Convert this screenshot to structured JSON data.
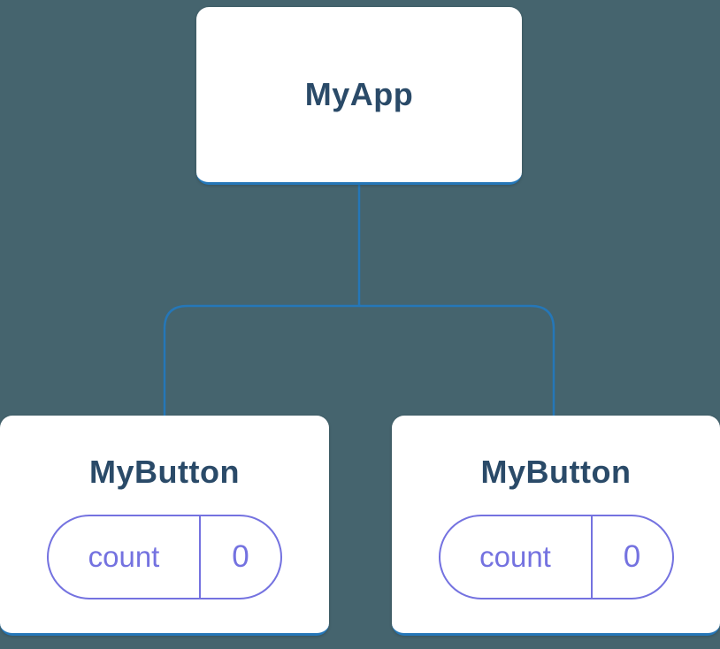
{
  "diagram": {
    "colors": {
      "background": "#45646E",
      "connector": "#2577B8",
      "node_bg": "#FFFFFF",
      "title": "#2A4A68",
      "state": "#7472E0"
    },
    "root": {
      "label": "MyApp"
    },
    "children": [
      {
        "label": "MyButton",
        "state": {
          "key": "count",
          "value": "0"
        }
      },
      {
        "label": "MyButton",
        "state": {
          "key": "count",
          "value": "0"
        }
      }
    ]
  }
}
